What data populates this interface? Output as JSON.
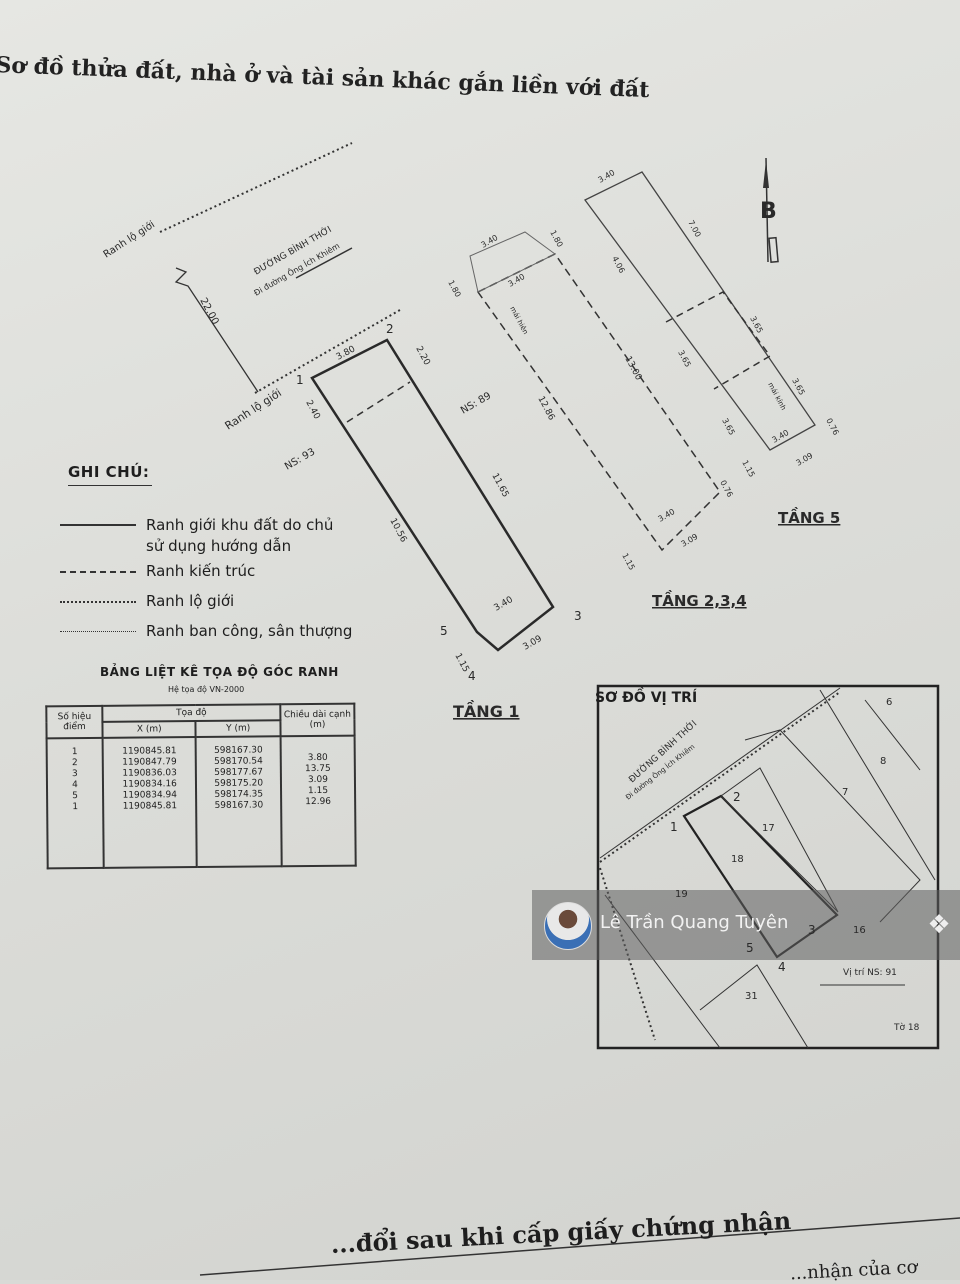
{
  "document": {
    "title": "Sơ đồ thửa đất, nhà ở và tài sản khác gắn liền với đất",
    "bottom_heading": "...đổi sau khi cấp giấy chứng nhận",
    "bottom_right_fragment": "...nhận của cơ"
  },
  "site_plan": {
    "road_name": "ĐƯỜNG BÌNH THỚI",
    "road_direction": "Đi đường Ông Ích Khiêm",
    "boundary_label_top": "Ranh lộ giới",
    "boundary_label_bottom": "Ranh lộ giới",
    "road_width": "22.00",
    "neighbor_left": "NS: 93",
    "neighbor_right": "NS: 89",
    "north_label": "B",
    "floor1": {
      "label": "TẦNG 1",
      "points": [
        "1",
        "2",
        "3",
        "4",
        "5"
      ],
      "dims": [
        "3.80",
        "2.20",
        "2.40",
        "11.65",
        "10.56",
        "3.40",
        "3.09",
        "1.15"
      ]
    },
    "floor234": {
      "label": "TẦNG 2,3,4",
      "dims": [
        "3.40",
        "1.80",
        "3.40",
        "1.80",
        "12.86",
        "13.00",
        "3.40",
        "0.76",
        "3.09",
        "1.15"
      ],
      "note": "mái hiên"
    },
    "floor5": {
      "label": "TẦNG 5",
      "dims": [
        "3.40",
        "7.00",
        "4.06",
        "3.65",
        "3.65",
        "3.65",
        "3.65",
        "3.40",
        "0.76",
        "3.09",
        "1.15"
      ],
      "note": "mái kính"
    }
  },
  "legend": {
    "title": "GHI CHÚ:",
    "items": [
      {
        "style": "solid",
        "label": "Ranh giới khu đất do chủ sử dụng hướng dẫn"
      },
      {
        "style": "dashed",
        "label": "Ranh kiến trúc"
      },
      {
        "style": "dotted",
        "label": "Ranh lộ giới"
      },
      {
        "style": "fine-dotted",
        "label": "Ranh ban công, sân thượng"
      }
    ]
  },
  "coordinates_table": {
    "title": "BẢNG LIỆT KÊ TỌA ĐỘ GÓC RANH",
    "subtitle": "Hệ tọa độ VN-2000",
    "headers": {
      "point": "Số hiệu điểm",
      "coords": "Tọa độ",
      "x": "X (m)",
      "y": "Y (m)",
      "length": "Chiều dài cạnh (m)"
    },
    "rows": [
      {
        "point": "1",
        "x": "1190845.81",
        "y": "598167.30"
      },
      {
        "point": "2",
        "x": "1190847.79",
        "y": "598170.54"
      },
      {
        "point": "3",
        "x": "1190836.03",
        "y": "598177.67"
      },
      {
        "point": "4",
        "x": "1190834.16",
        "y": "598175.20"
      },
      {
        "point": "5",
        "x": "1190834.94",
        "y": "598174.35"
      },
      {
        "point": "1",
        "x": "1190845.81",
        "y": "598167.30"
      }
    ],
    "lengths": [
      "3.80",
      "13.75",
      "3.09",
      "1.15",
      "12.96"
    ]
  },
  "location_map": {
    "title": "SƠ ĐỒ VỊ TRÍ",
    "road_name": "ĐƯỜNG BÌNH THỚI",
    "road_direction": "Đi đường Ông Ích Khiêm",
    "parcels": [
      "6",
      "8",
      "7",
      "17",
      "18",
      "19",
      "16",
      "31"
    ],
    "points": [
      "1",
      "2",
      "3",
      "4",
      "5"
    ],
    "position_note": "Vị trí NS: 91",
    "sheet": "Tờ 18"
  },
  "watermark": {
    "name": "Lê Trần Quang Tuyên",
    "logo_icon": "layers-icon"
  }
}
